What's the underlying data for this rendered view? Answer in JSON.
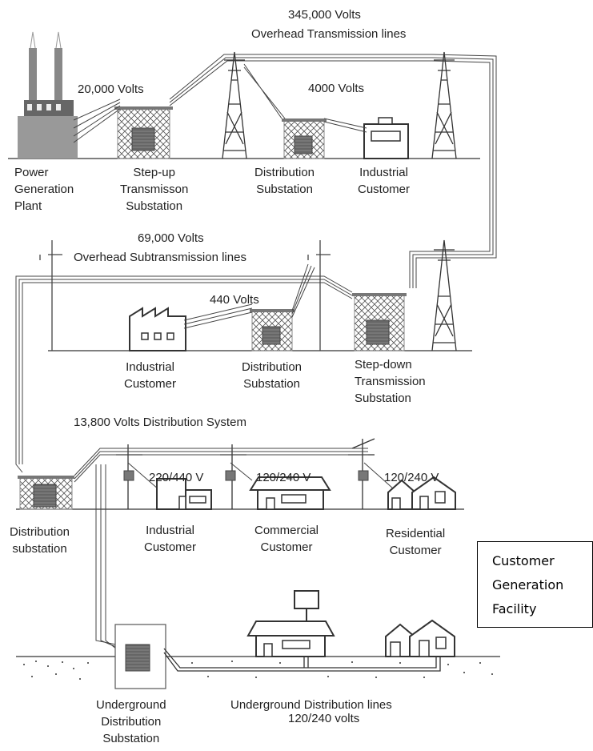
{
  "labels": {
    "transmission_voltage": "345,000 Volts",
    "transmission_lines": "Overhead Transmission lines",
    "plant_voltage": "20,000 Volts",
    "distribution_voltage_4000": "4000 Volts",
    "power_plant": [
      "Power",
      "Generation",
      "Plant"
    ],
    "stepup_substation": [
      "Step-up",
      "Transmisson",
      "Substation"
    ],
    "distribution_substation_top": [
      "Distribution",
      "Substation"
    ],
    "industrial_customer_top": [
      "Industrial",
      "Customer"
    ],
    "subtransmission_voltage": "69,000 Volts",
    "subtransmission_lines": "Overhead Subtransmission lines",
    "voltage_440": "440 Volts",
    "industrial_customer_mid": [
      "Industrial",
      "Customer"
    ],
    "distribution_substation_mid": [
      "Distribution",
      "Substation"
    ],
    "stepdown_substation": [
      "Step-down",
      "Transmission",
      "Substation"
    ],
    "distribution_system": "13,800 Volts Distribution System",
    "v_220_440": "220/440 V",
    "v_120_240_a": "120/240 V",
    "v_120_240_b": "120/240 V",
    "distribution_substation_bottom": [
      "Distribution",
      "substation"
    ],
    "industrial_customer_bottom": [
      "Industrial",
      "Customer"
    ],
    "commercial_customer": [
      "Commercial",
      "Customer"
    ],
    "residential_customer": [
      "Residential",
      "Customer"
    ],
    "customer_generation": [
      "Customer",
      "Generation",
      "Facility"
    ],
    "underground_substation": [
      "Underground",
      "Distribution",
      "Substation"
    ],
    "underground_lines": "Underground Distribution lines",
    "underground_voltage": "120/240 volts"
  }
}
